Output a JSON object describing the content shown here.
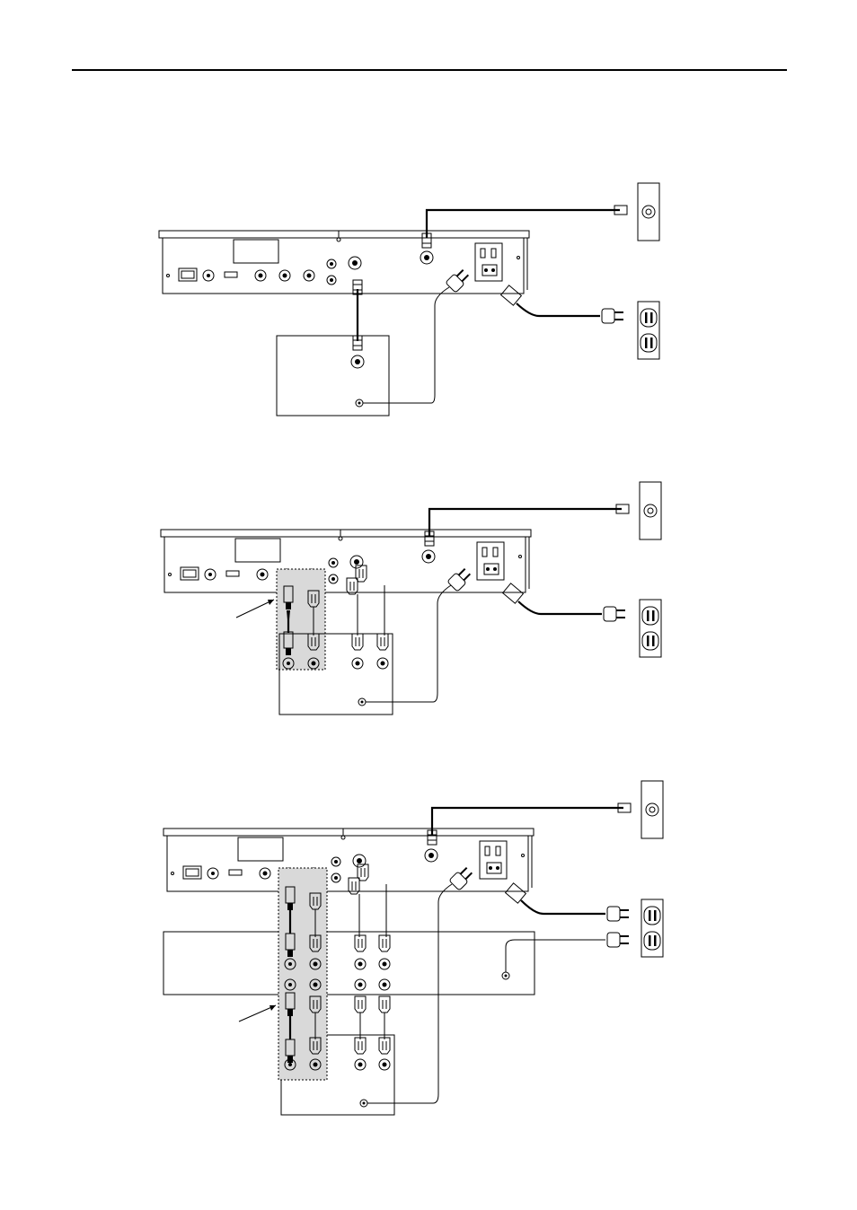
{
  "diagrams": [
    {
      "id": "coax-connection"
    },
    {
      "id": "svideo-av-connection"
    },
    {
      "id": "vcr-and-tv-connection"
    }
  ]
}
